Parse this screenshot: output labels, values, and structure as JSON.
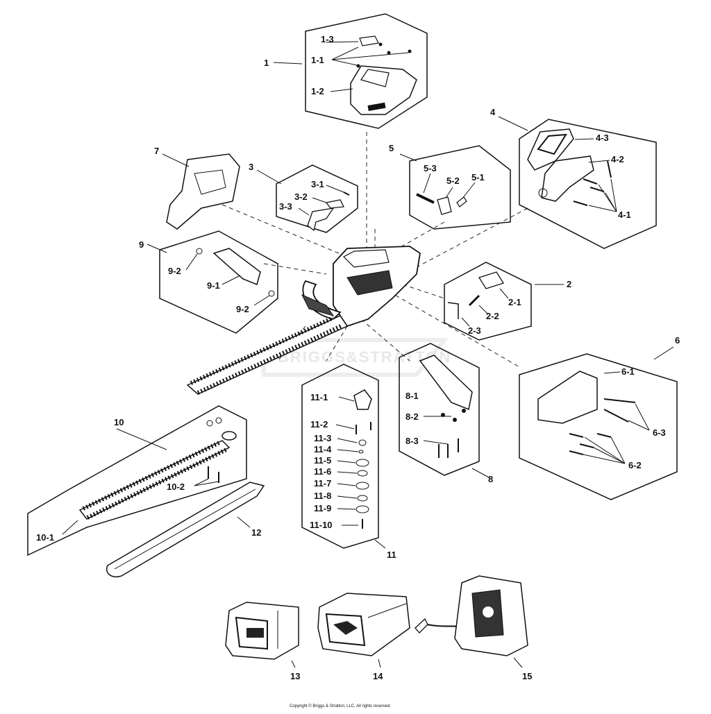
{
  "watermark": "BRIGGS&STRATTON",
  "copyright": "Copyright © Briggs & Stratton, LLC. All rights reserved.",
  "labels": {
    "g1": "1",
    "g1_1": "1-1",
    "g1_2": "1-2",
    "g1_3": "1-3",
    "g2": "2",
    "g2_1": "2-1",
    "g2_2": "2-2",
    "g2_3": "2-3",
    "g3": "3",
    "g3_1": "3-1",
    "g3_2": "3-2",
    "g3_3": "3-3",
    "g4": "4",
    "g4_1": "4-1",
    "g4_2": "4-2",
    "g4_3": "4-3",
    "g5": "5",
    "g5_1": "5-1",
    "g5_2": "5-2",
    "g5_3": "5-3",
    "g6": "6",
    "g6_1": "6-1",
    "g6_2": "6-2",
    "g6_3": "6-3",
    "g7": "7",
    "g8": "8",
    "g8_1": "8-1",
    "g8_2": "8-2",
    "g8_3": "8-3",
    "g9": "9",
    "g9_1": "9-1",
    "g9_2a": "9-2",
    "g9_2b": "9-2",
    "g10": "10",
    "g10_1": "10-1",
    "g10_2": "10-2",
    "g11": "11",
    "g11_1": "11-1",
    "g11_2": "11-2",
    "g11_3": "11-3",
    "g11_4": "11-4",
    "g11_5": "11-5",
    "g11_6": "11-6",
    "g11_7": "11-7",
    "g11_8": "11-8",
    "g11_9": "11-9",
    "g11_10": "11-10",
    "g12": "12",
    "g13": "13",
    "g14": "14",
    "g15": "15"
  }
}
